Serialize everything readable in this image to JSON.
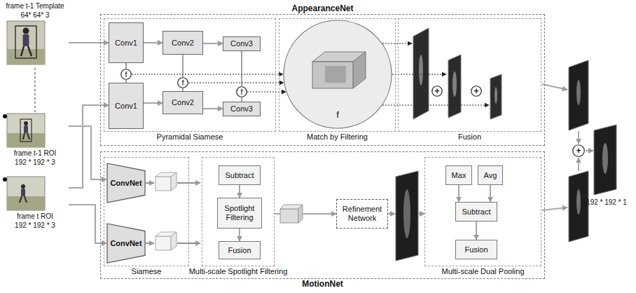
{
  "diagram": {
    "nodes": [
      {
        "text": [
          "frame t-1 Template",
          "64* 64* 3"
        ]
      },
      {
        "text": [
          "frame t-1 ROI",
          "192 * 192 * 3"
        ]
      },
      {
        "text": [
          "frame t ROI",
          "192 * 192 * 3"
        ]
      },
      {
        "text": [
          "AppearanceNet"
        ]
      },
      {
        "text": [
          "Pyramidal Siamese"
        ],
        "in": 3
      },
      {
        "text": [
          "Conv1"
        ],
        "in": 4
      },
      {
        "text": [
          "Conv2"
        ],
        "in": 4
      },
      {
        "text": [
          "Conv3"
        ],
        "in": 4
      },
      {
        "text": [
          "f"
        ],
        "in": 4
      },
      {
        "text": [
          "f"
        ],
        "in": 4
      },
      {
        "text": [
          "f"
        ],
        "in": 4
      },
      {
        "text": [
          "Conv1"
        ],
        "in": 4
      },
      {
        "text": [
          "Conv2"
        ],
        "in": 4
      },
      {
        "text": [
          "Conv3"
        ],
        "in": 4
      },
      {
        "text": [
          "Match by Filtering"
        ],
        "in": 3
      },
      {
        "text": [
          "f"
        ],
        "in": 14
      },
      {
        "text": [
          "Fusion"
        ],
        "in": 3
      },
      {
        "text": [
          "+"
        ],
        "in": 16
      },
      {
        "text": [
          "+"
        ],
        "in": 16
      },
      {
        "text": [
          "MotionNet"
        ]
      },
      {
        "text": [
          "Siamese"
        ],
        "in": 19
      },
      {
        "text": [
          "ConvNet"
        ],
        "in": 20
      },
      {
        "text": [
          "ConvNet"
        ],
        "in": 20
      },
      {
        "text": [
          "Multi-scale Spotlight Filtering"
        ],
        "in": 19
      },
      {
        "text": [
          "Subtract"
        ],
        "in": 23
      },
      {
        "text": [
          "Spotlight Filtering"
        ],
        "in": 23
      },
      {
        "text": [
          "Fusion"
        ],
        "in": 23
      },
      {
        "text": [
          "Refinement Network"
        ],
        "in": 19
      },
      {
        "text": [
          "Multi-scale Dual Pooling"
        ],
        "in": 19
      },
      {
        "text": [
          "Max"
        ],
        "in": 28
      },
      {
        "text": [
          "Avg"
        ],
        "in": 28
      },
      {
        "text": [
          "Subtract"
        ],
        "in": 28
      },
      {
        "text": [
          "Fusion"
        ],
        "in": 28
      },
      {
        "text": [
          "+"
        ]
      }
    ],
    "edges": [
      {
        "from": 1,
        "to": 0,
        "arrow": "none"
      },
      {
        "from": 0,
        "to": 5,
        "arrow": "to"
      },
      {
        "from": 2,
        "to": 11,
        "arrow": "to"
      },
      {
        "from": 1,
        "to": 21,
        "arrow": "to"
      },
      {
        "from": 2,
        "to": 22,
        "arrow": "to"
      },
      {
        "from": 5,
        "to": 6,
        "arrow": "to"
      },
      {
        "from": 6,
        "to": 7,
        "arrow": "to"
      },
      {
        "from": 11,
        "to": 12,
        "arrow": "to"
      },
      {
        "from": 12,
        "to": 13,
        "arrow": "to"
      },
      {
        "from": 5,
        "to": 8,
        "arrow": "none"
      },
      {
        "from": 8,
        "to": 11,
        "arrow": "none"
      },
      {
        "from": 6,
        "to": 9,
        "arrow": "none"
      },
      {
        "from": 9,
        "to": 12,
        "arrow": "none"
      },
      {
        "from": 7,
        "to": 10,
        "arrow": "none"
      },
      {
        "from": 10,
        "to": 13,
        "arrow": "none"
      },
      {
        "from": 8,
        "to": 15,
        "arrow": "to"
      },
      {
        "from": 9,
        "to": 15,
        "arrow": "to"
      },
      {
        "from": 10,
        "to": 15,
        "arrow": "to"
      },
      {
        "from": 24,
        "to": 25,
        "arrow": "to"
      },
      {
        "from": 25,
        "to": 26,
        "arrow": "to"
      },
      {
        "from": 23,
        "to": 27,
        "arrow": "to"
      },
      {
        "from": 29,
        "to": 31,
        "arrow": "to"
      },
      {
        "from": 30,
        "to": 31,
        "arrow": "to"
      },
      {
        "from": 31,
        "to": 32,
        "arrow": "to"
      }
    ],
    "labels": [
      "192 * 192 * 1"
    ]
  }
}
